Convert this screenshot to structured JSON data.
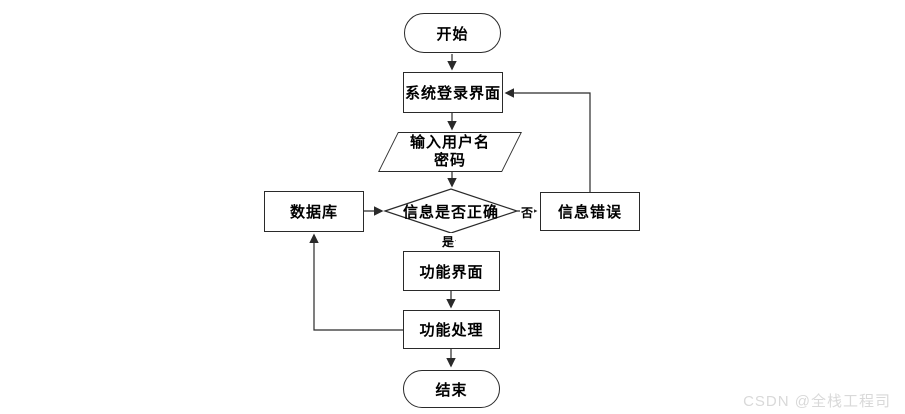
{
  "diagram": {
    "type": "flowchart",
    "nodes": {
      "start": {
        "label": "开始",
        "shape": "terminator"
      },
      "login": {
        "label": "系统登录界面",
        "shape": "process"
      },
      "input": {
        "label_line1": "输入用户名",
        "label_line2": "密码",
        "shape": "input-output"
      },
      "decision": {
        "label": "信息是否正确",
        "shape": "decision"
      },
      "database": {
        "label": "数据库",
        "shape": "process"
      },
      "error": {
        "label": "信息错误",
        "shape": "process"
      },
      "function_ui": {
        "label": "功能界面",
        "shape": "process"
      },
      "function_process": {
        "label": "功能处理",
        "shape": "process"
      },
      "end": {
        "label": "结束",
        "shape": "terminator"
      }
    },
    "edge_labels": {
      "yes": "是",
      "no": "否"
    },
    "edges": [
      {
        "from": "start",
        "to": "login"
      },
      {
        "from": "login",
        "to": "input"
      },
      {
        "from": "input",
        "to": "decision"
      },
      {
        "from": "database",
        "to": "decision"
      },
      {
        "from": "decision",
        "to": "error",
        "label": "否"
      },
      {
        "from": "error",
        "to": "login"
      },
      {
        "from": "decision",
        "to": "function_ui",
        "label": "是"
      },
      {
        "from": "function_ui",
        "to": "function_process"
      },
      {
        "from": "function_process",
        "to": "end"
      },
      {
        "from": "function_process",
        "to": "database"
      }
    ],
    "colors": {
      "line": "#2a2a2a",
      "node_fill": "#ffffff",
      "text": "#000000",
      "background": "#ffffff",
      "watermark": "#d9d9d9"
    }
  },
  "watermark": {
    "text": "CSDN @全栈工程司"
  }
}
